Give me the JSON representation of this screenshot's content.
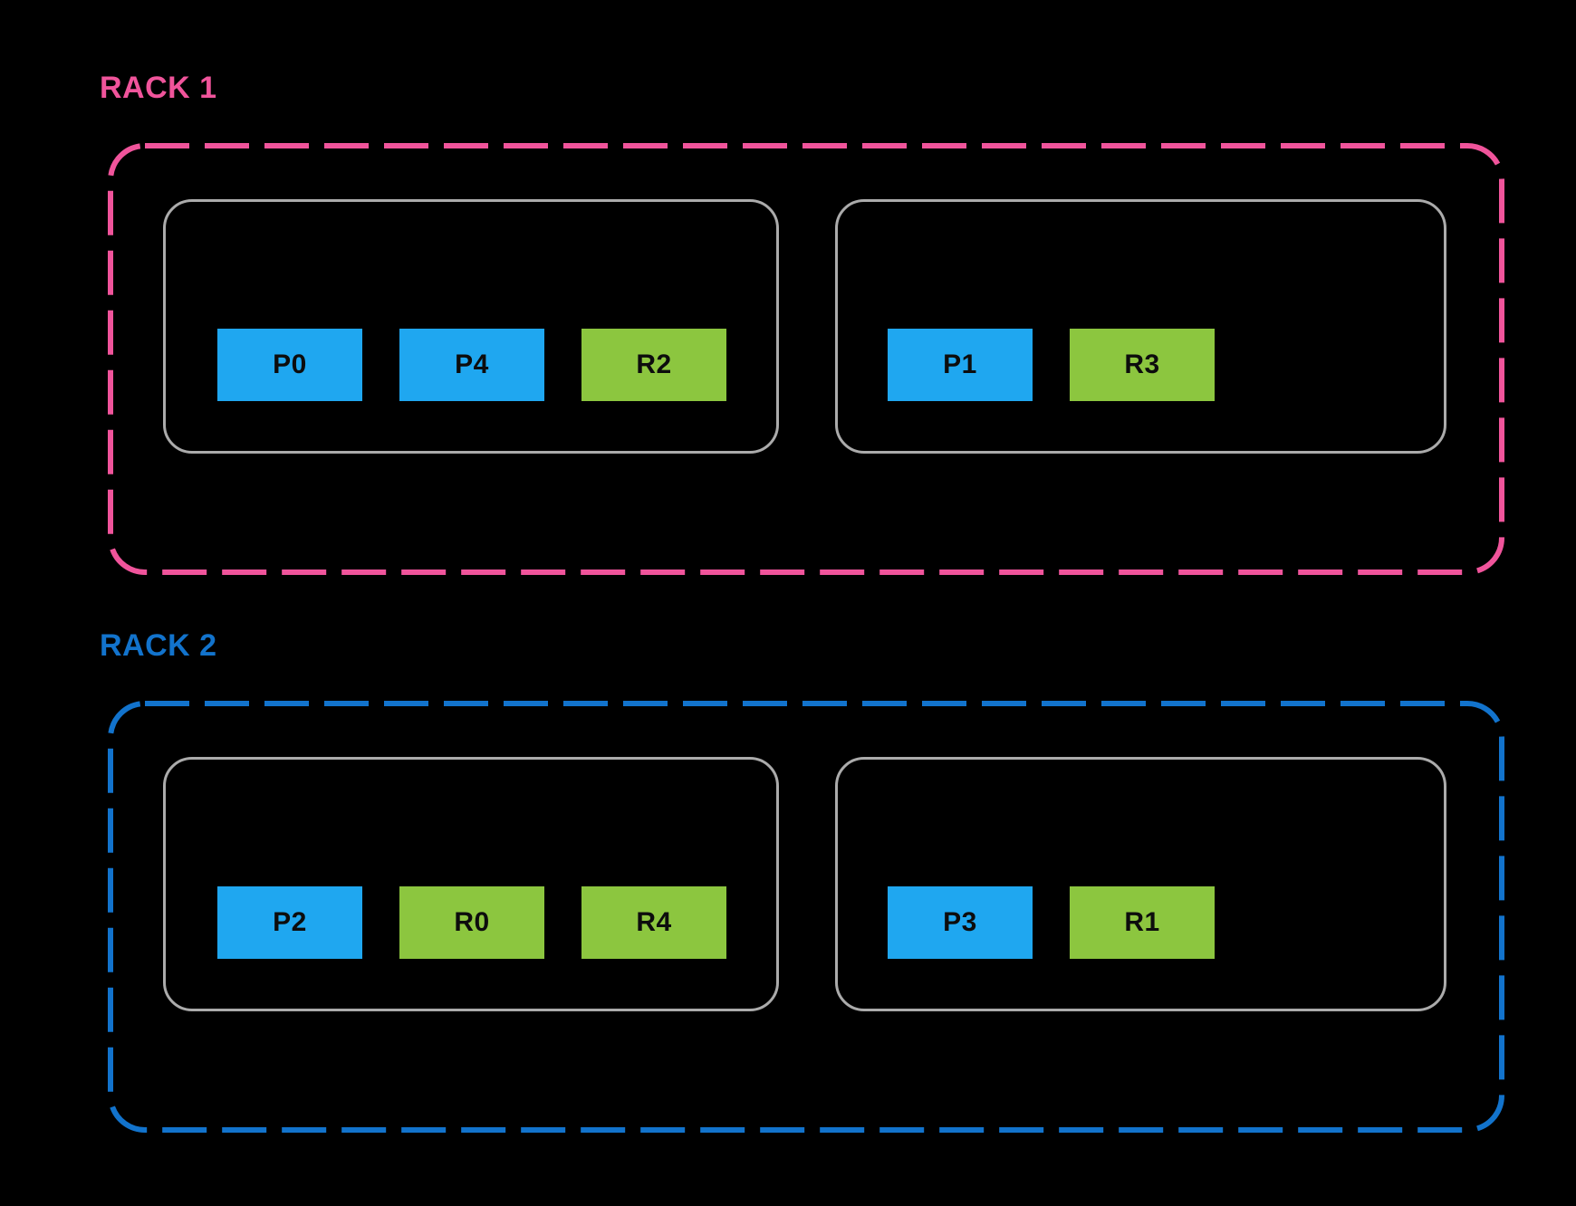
{
  "diagram": {
    "background_color": "#000000",
    "host_outline_color": "#ABABAB",
    "chip_colors": {
      "blue_chip": "#1FA7F0",
      "green_chip": "#8CC63F"
    },
    "racks": [
      {
        "label": "RACK 1",
        "accent_color": "#F0549B",
        "hosts": [
          {
            "chips": [
              {
                "label": "P0",
                "color": "#1FA7F0"
              },
              {
                "label": "P4",
                "color": "#1FA7F0"
              },
              {
                "label": "R2",
                "color": "#8CC63F"
              }
            ]
          },
          {
            "chips": [
              {
                "label": "P1",
                "color": "#1FA7F0"
              },
              {
                "label": "R3",
                "color": "#8CC63F"
              }
            ]
          }
        ]
      },
      {
        "label": "RACK 2",
        "accent_color": "#1273CC",
        "hosts": [
          {
            "chips": [
              {
                "label": "P2",
                "color": "#1FA7F0"
              },
              {
                "label": "R0",
                "color": "#8CC63F"
              },
              {
                "label": "R4",
                "color": "#8CC63F"
              }
            ]
          },
          {
            "chips": [
              {
                "label": "P3",
                "color": "#1FA7F0"
              },
              {
                "label": "R1",
                "color": "#8CC63F"
              }
            ]
          }
        ]
      }
    ]
  }
}
